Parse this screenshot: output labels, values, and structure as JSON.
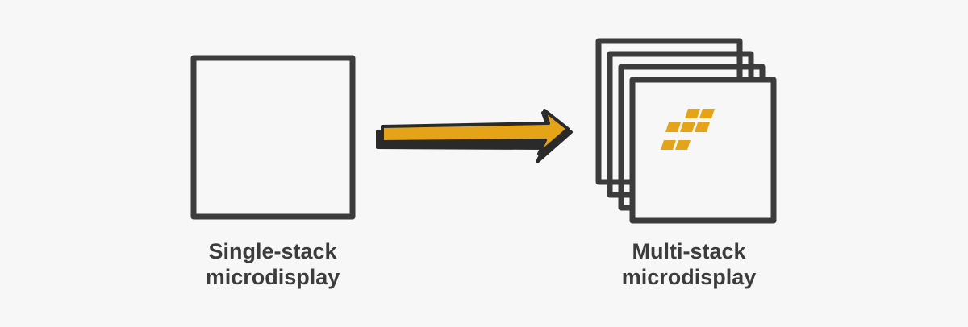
{
  "colors": {
    "background": "#f7f7f7",
    "outline": "#3c3c3c",
    "accent": "#e5a317",
    "shadow": "#2a2a2a"
  },
  "left_label": {
    "line1": "Single-stack",
    "line2": "microdisplay"
  },
  "right_label": {
    "line1": "Multi-stack",
    "line2": "microdisplay"
  },
  "icons": {
    "arrow": "arrow-right-icon",
    "chip": "pixel-grid-icon"
  },
  "stack_layer_count": 4
}
